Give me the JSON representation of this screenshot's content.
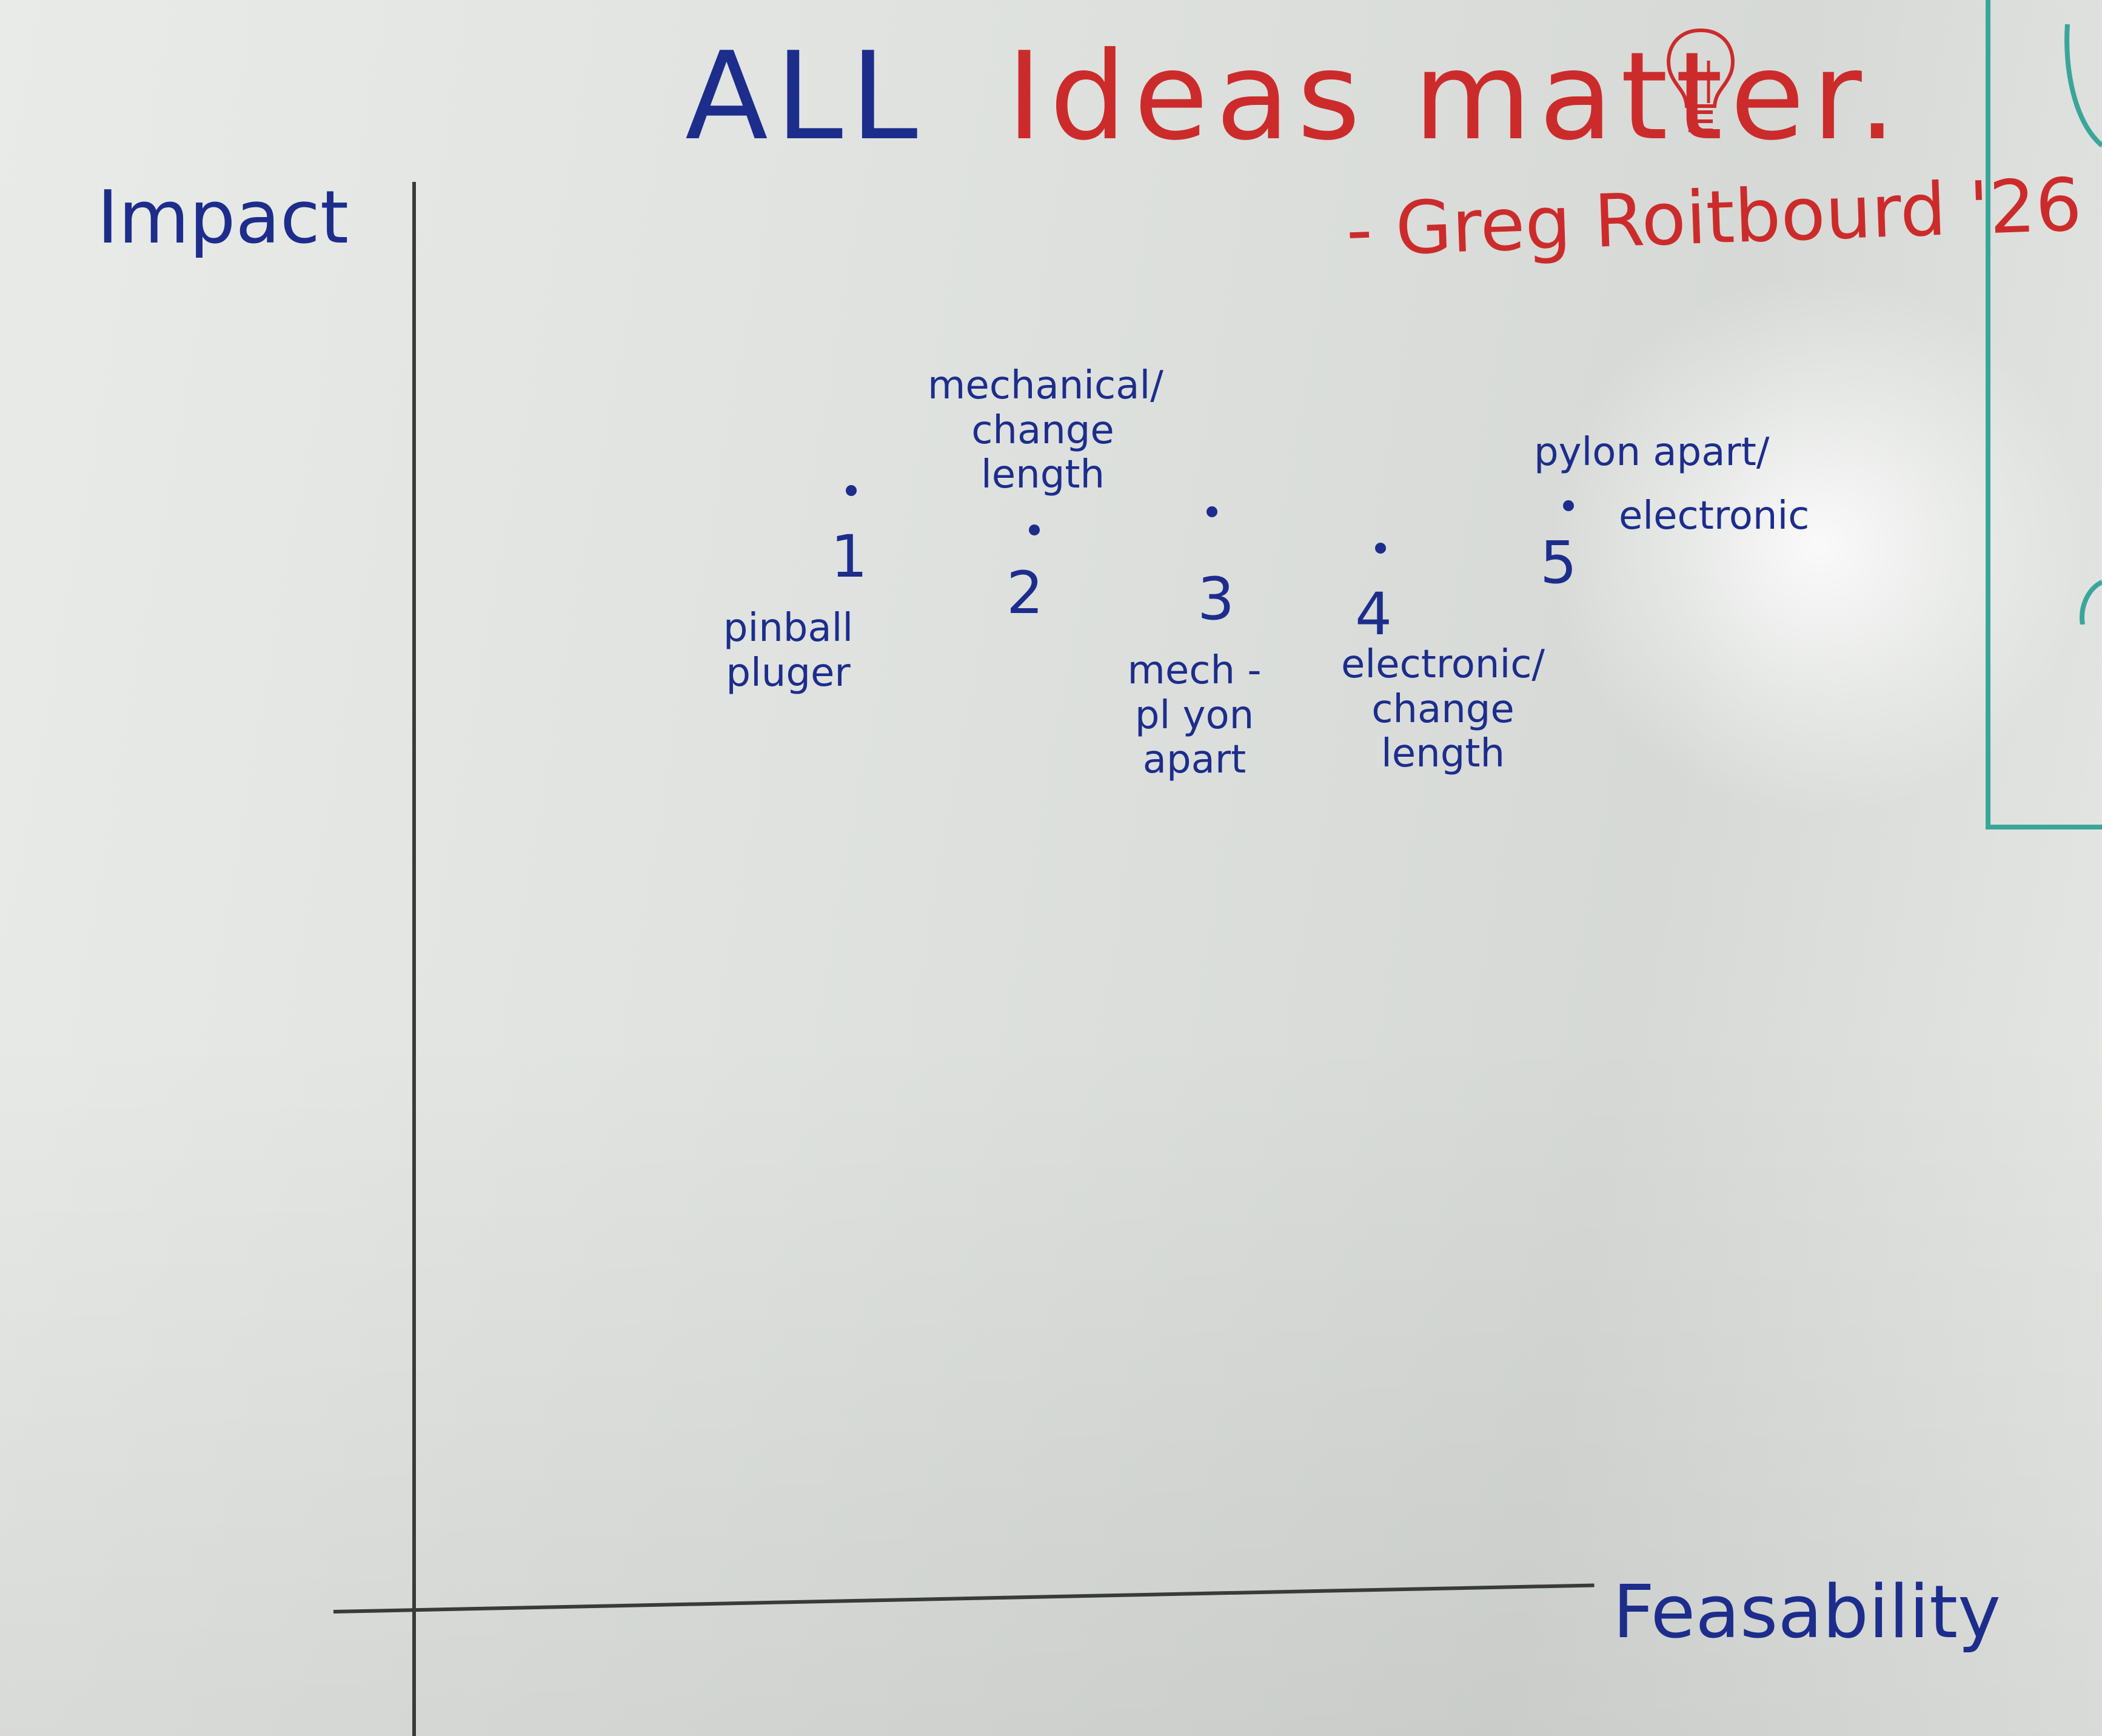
{
  "title": {
    "part1": "ALL",
    "part2": "Ideas matter.",
    "attribution": "- Greg Roitbourd '26",
    "icon": "lightbulb-icon"
  },
  "axes": {
    "y_label": "Impact",
    "x_label": "Feasability"
  },
  "ideas": [
    {
      "number": "1",
      "label_lines": [
        "pinball",
        "pluger"
      ]
    },
    {
      "number": "2",
      "label_lines": [
        "mechanical/",
        "change",
        "length"
      ]
    },
    {
      "number": "3",
      "label_lines": [
        "mech -",
        "pl yon",
        "apart"
      ]
    },
    {
      "number": "4",
      "label_lines": [
        "electronic/",
        "change",
        "length"
      ]
    },
    {
      "number": "5",
      "label_lines": [
        "pylon apart/",
        "electronic"
      ]
    }
  ],
  "colors": {
    "marker_blue": "#1c2d8c",
    "marker_red": "#cc2b2b",
    "axis_black": "#3a3a3a",
    "teal": "#3aa69a"
  }
}
